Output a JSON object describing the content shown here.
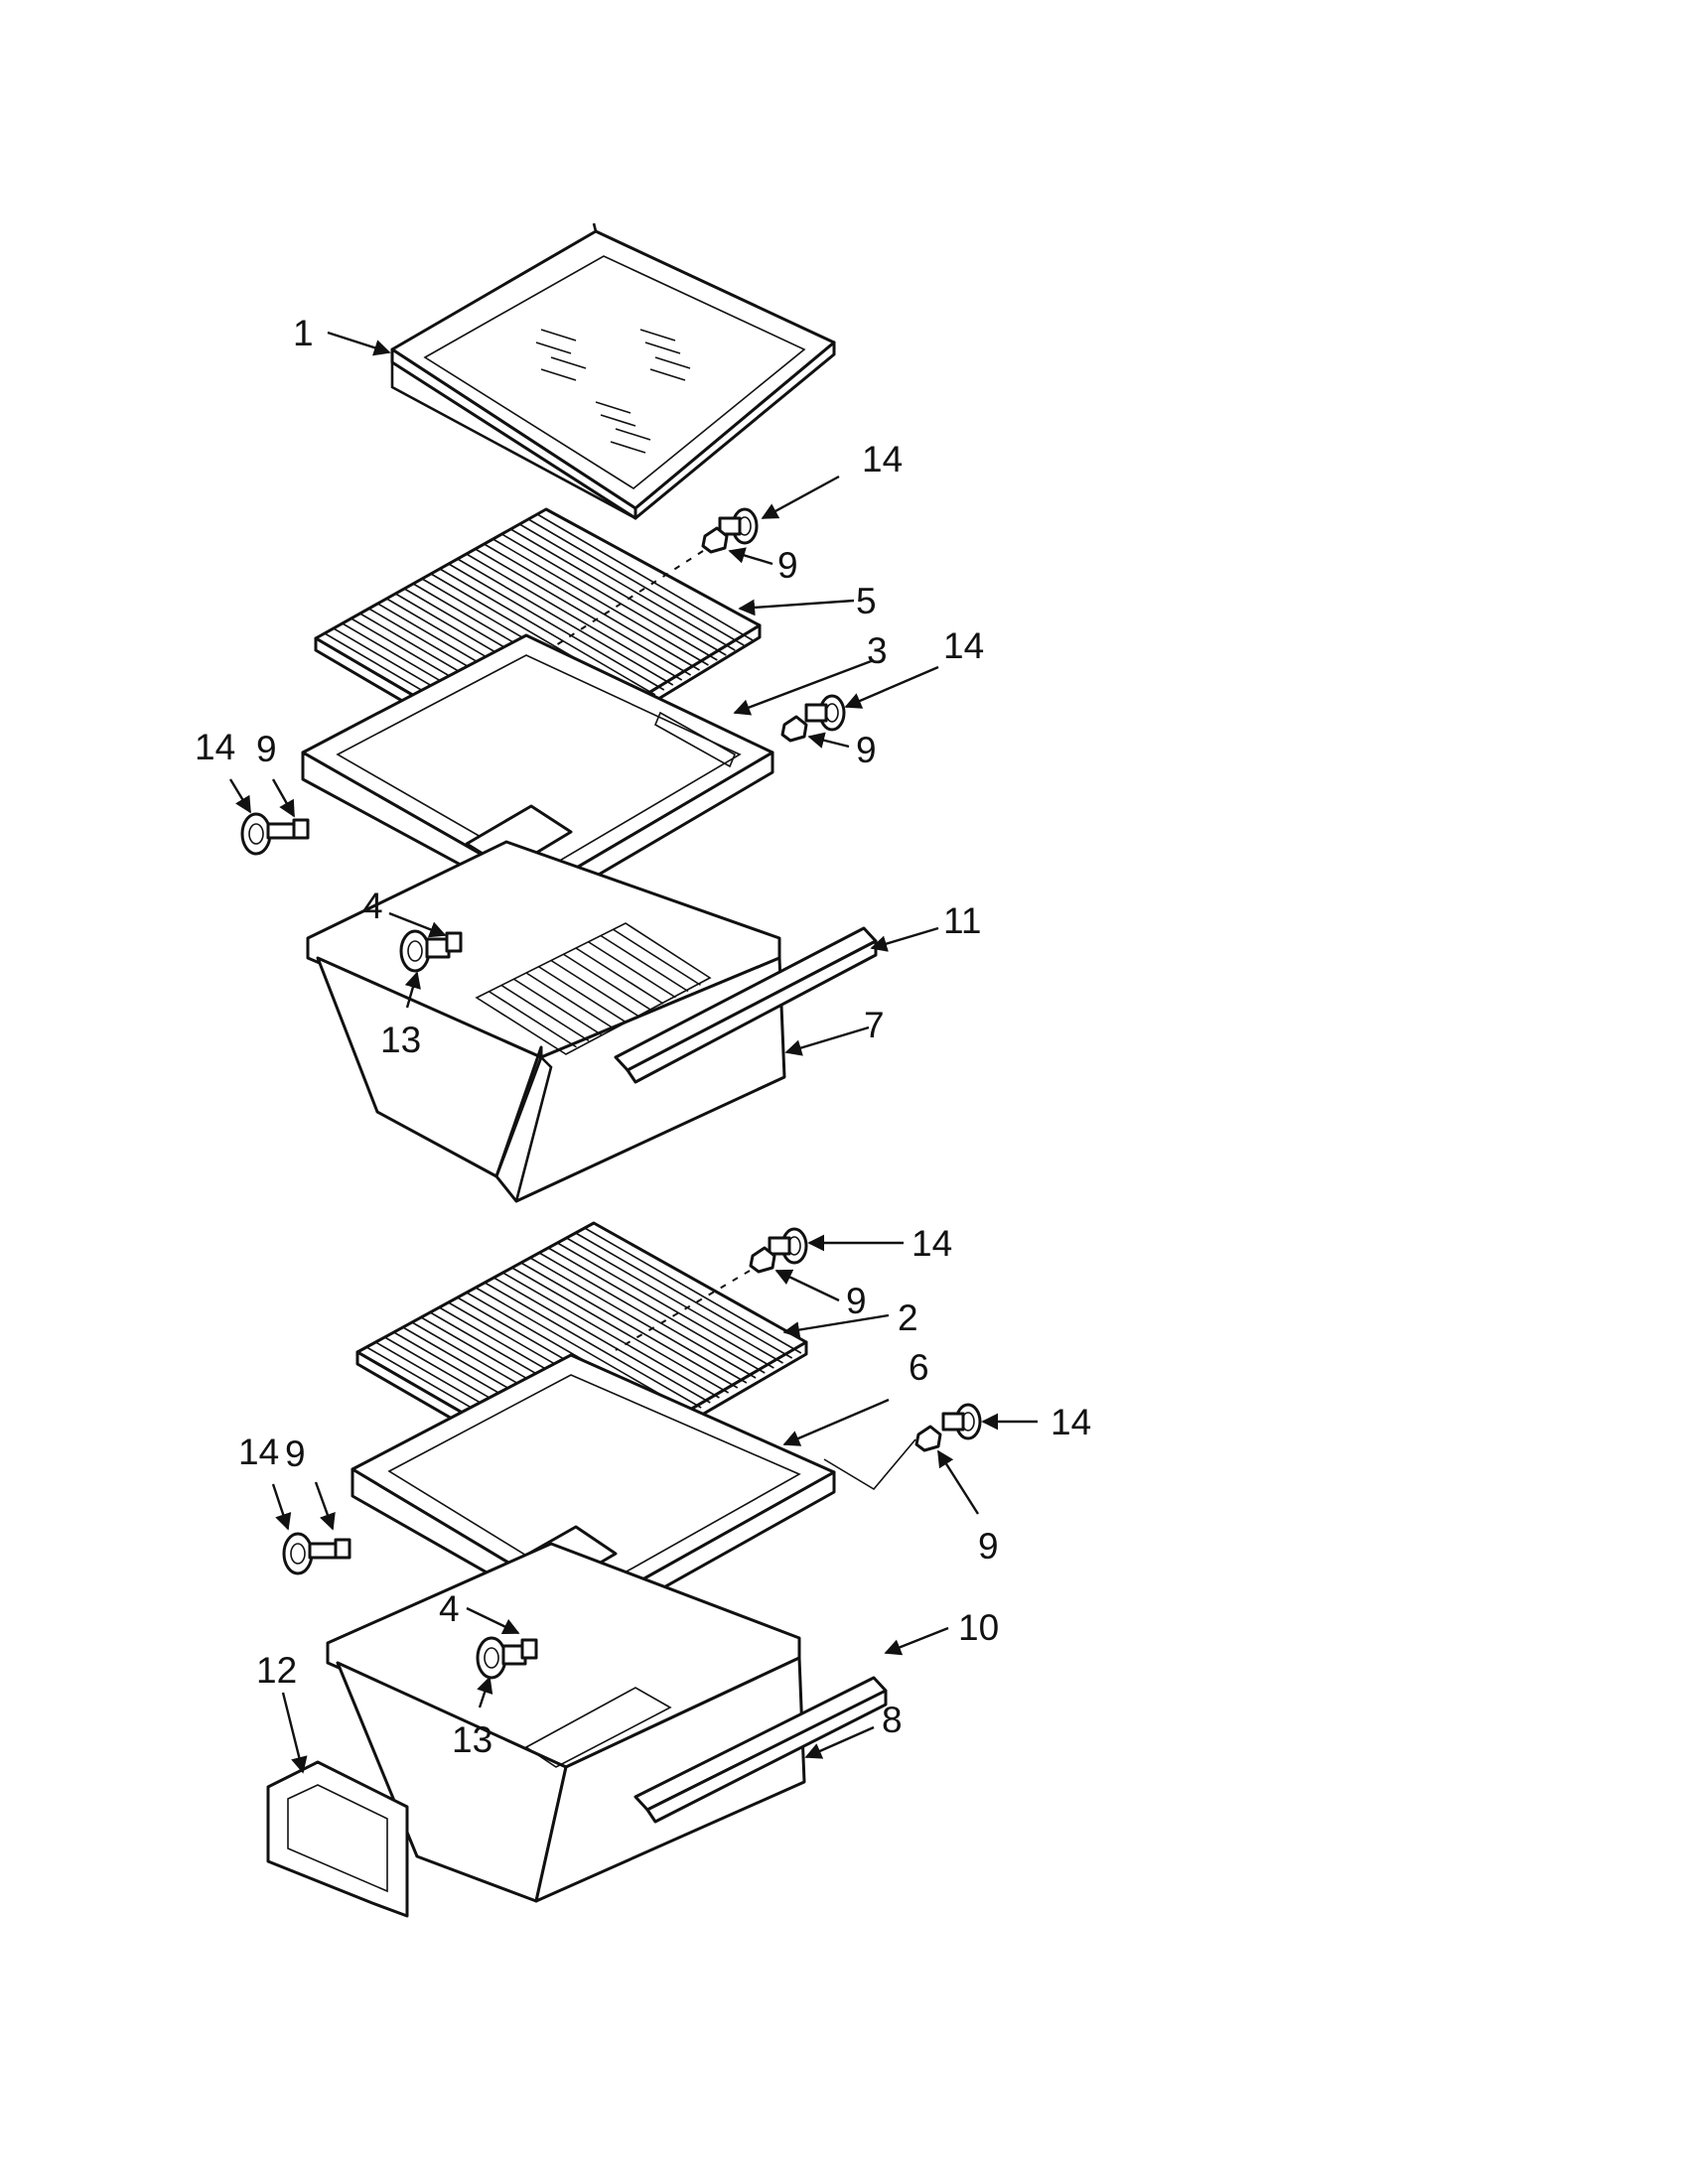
{
  "diagram": {
    "callouts": {
      "c1": "1",
      "c14_top": "14",
      "c9_top": "9",
      "c5": "5",
      "c3": "3",
      "c14_right_upper": "14",
      "c9_right_upper": "9",
      "c14_left_upper": "14",
      "c9_left_upper": "9",
      "c4_upper": "4",
      "c13_upper": "13",
      "c11": "11",
      "c7": "7",
      "c14_lower_top": "14",
      "c9_lower_top": "9",
      "c2": "2",
      "c6": "6",
      "c14_right_lower": "14",
      "c9_right_lower": "9",
      "c14_left_lower": "14",
      "c9_left_lower": "9",
      "c4_lower": "4",
      "c13_lower": "13",
      "c10": "10",
      "c8": "8",
      "c12": "12"
    }
  }
}
